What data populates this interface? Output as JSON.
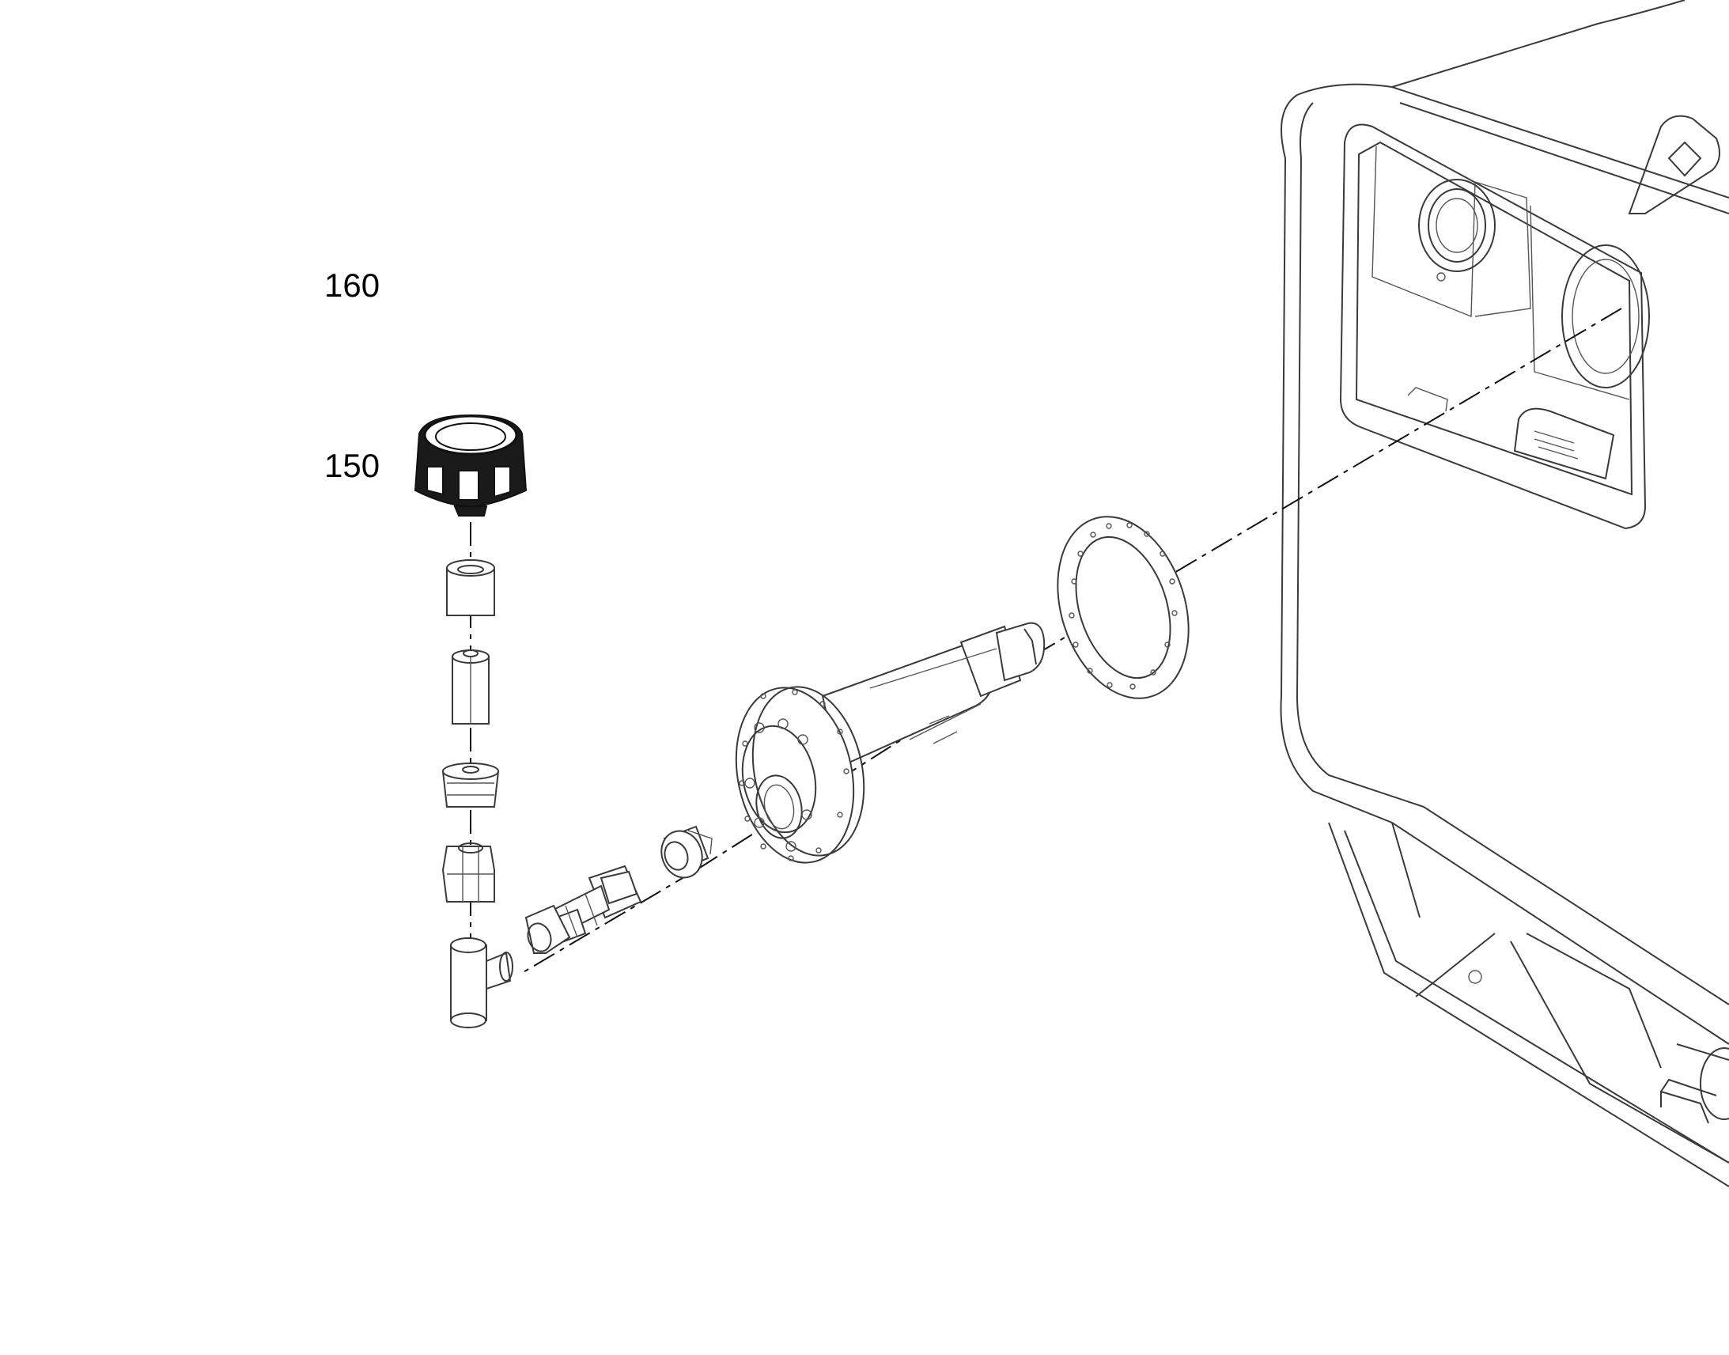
{
  "diagram": {
    "callouts": [
      {
        "id": "160",
        "text": "160"
      },
      {
        "id": "150",
        "text": "150"
      }
    ],
    "parts": [
      "filler-cap",
      "sleeve",
      "hex-nipple",
      "threaded-adapter",
      "hex-coupler",
      "tee-fitting",
      "compression-nut",
      "hex-bolt-fitting",
      "threaded-fitting",
      "shaft-flange-assembly",
      "gasket",
      "tank-housing"
    ]
  }
}
